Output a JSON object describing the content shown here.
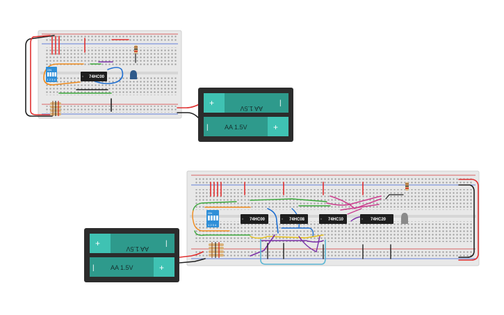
{
  "colors": {
    "board": "#e8e8e8",
    "rail_red": "#d33a3a",
    "rail_blue": "#3a5ed3",
    "chip": "#1e1e1e",
    "dip_switch": "#2f8fd8",
    "battery_case": "#2c2c2c",
    "battery_cell": "#2e9a8c",
    "battery_cap": "#3fc2b3",
    "wire_red": "#e03030",
    "wire_black": "#202020",
    "wire_orange": "#f08a1a",
    "wire_green": "#3aa83a",
    "wire_blue": "#1f6fd1",
    "wire_purple": "#7a2fa8",
    "wire_yellow": "#e7c11c",
    "wire_magenta": "#cc3f8f",
    "wire_cyan": "#5ab6d4"
  },
  "circuit1": {
    "battery": {
      "cell_top_label": "AA 1.5V",
      "cell_bottom_label": "AA 1.5V",
      "plus": "+",
      "minus": "|"
    },
    "dip_switch": {
      "on_label": "ON",
      "numbers": "1 2 3 4"
    },
    "chips": [
      {
        "label": "74HC00"
      }
    ]
  },
  "circuit2": {
    "battery": {
      "cell_top_label": "AA 1.5V",
      "cell_bottom_label": "AA 1.5V",
      "plus": "+",
      "minus": "|"
    },
    "dip_switch": {
      "on_label": "ON",
      "numbers": "1 2 3 4"
    },
    "chips": [
      {
        "label": "74HC00"
      },
      {
        "label": "74HC08"
      },
      {
        "label": "74HC10"
      },
      {
        "label": "74HC20"
      }
    ]
  }
}
